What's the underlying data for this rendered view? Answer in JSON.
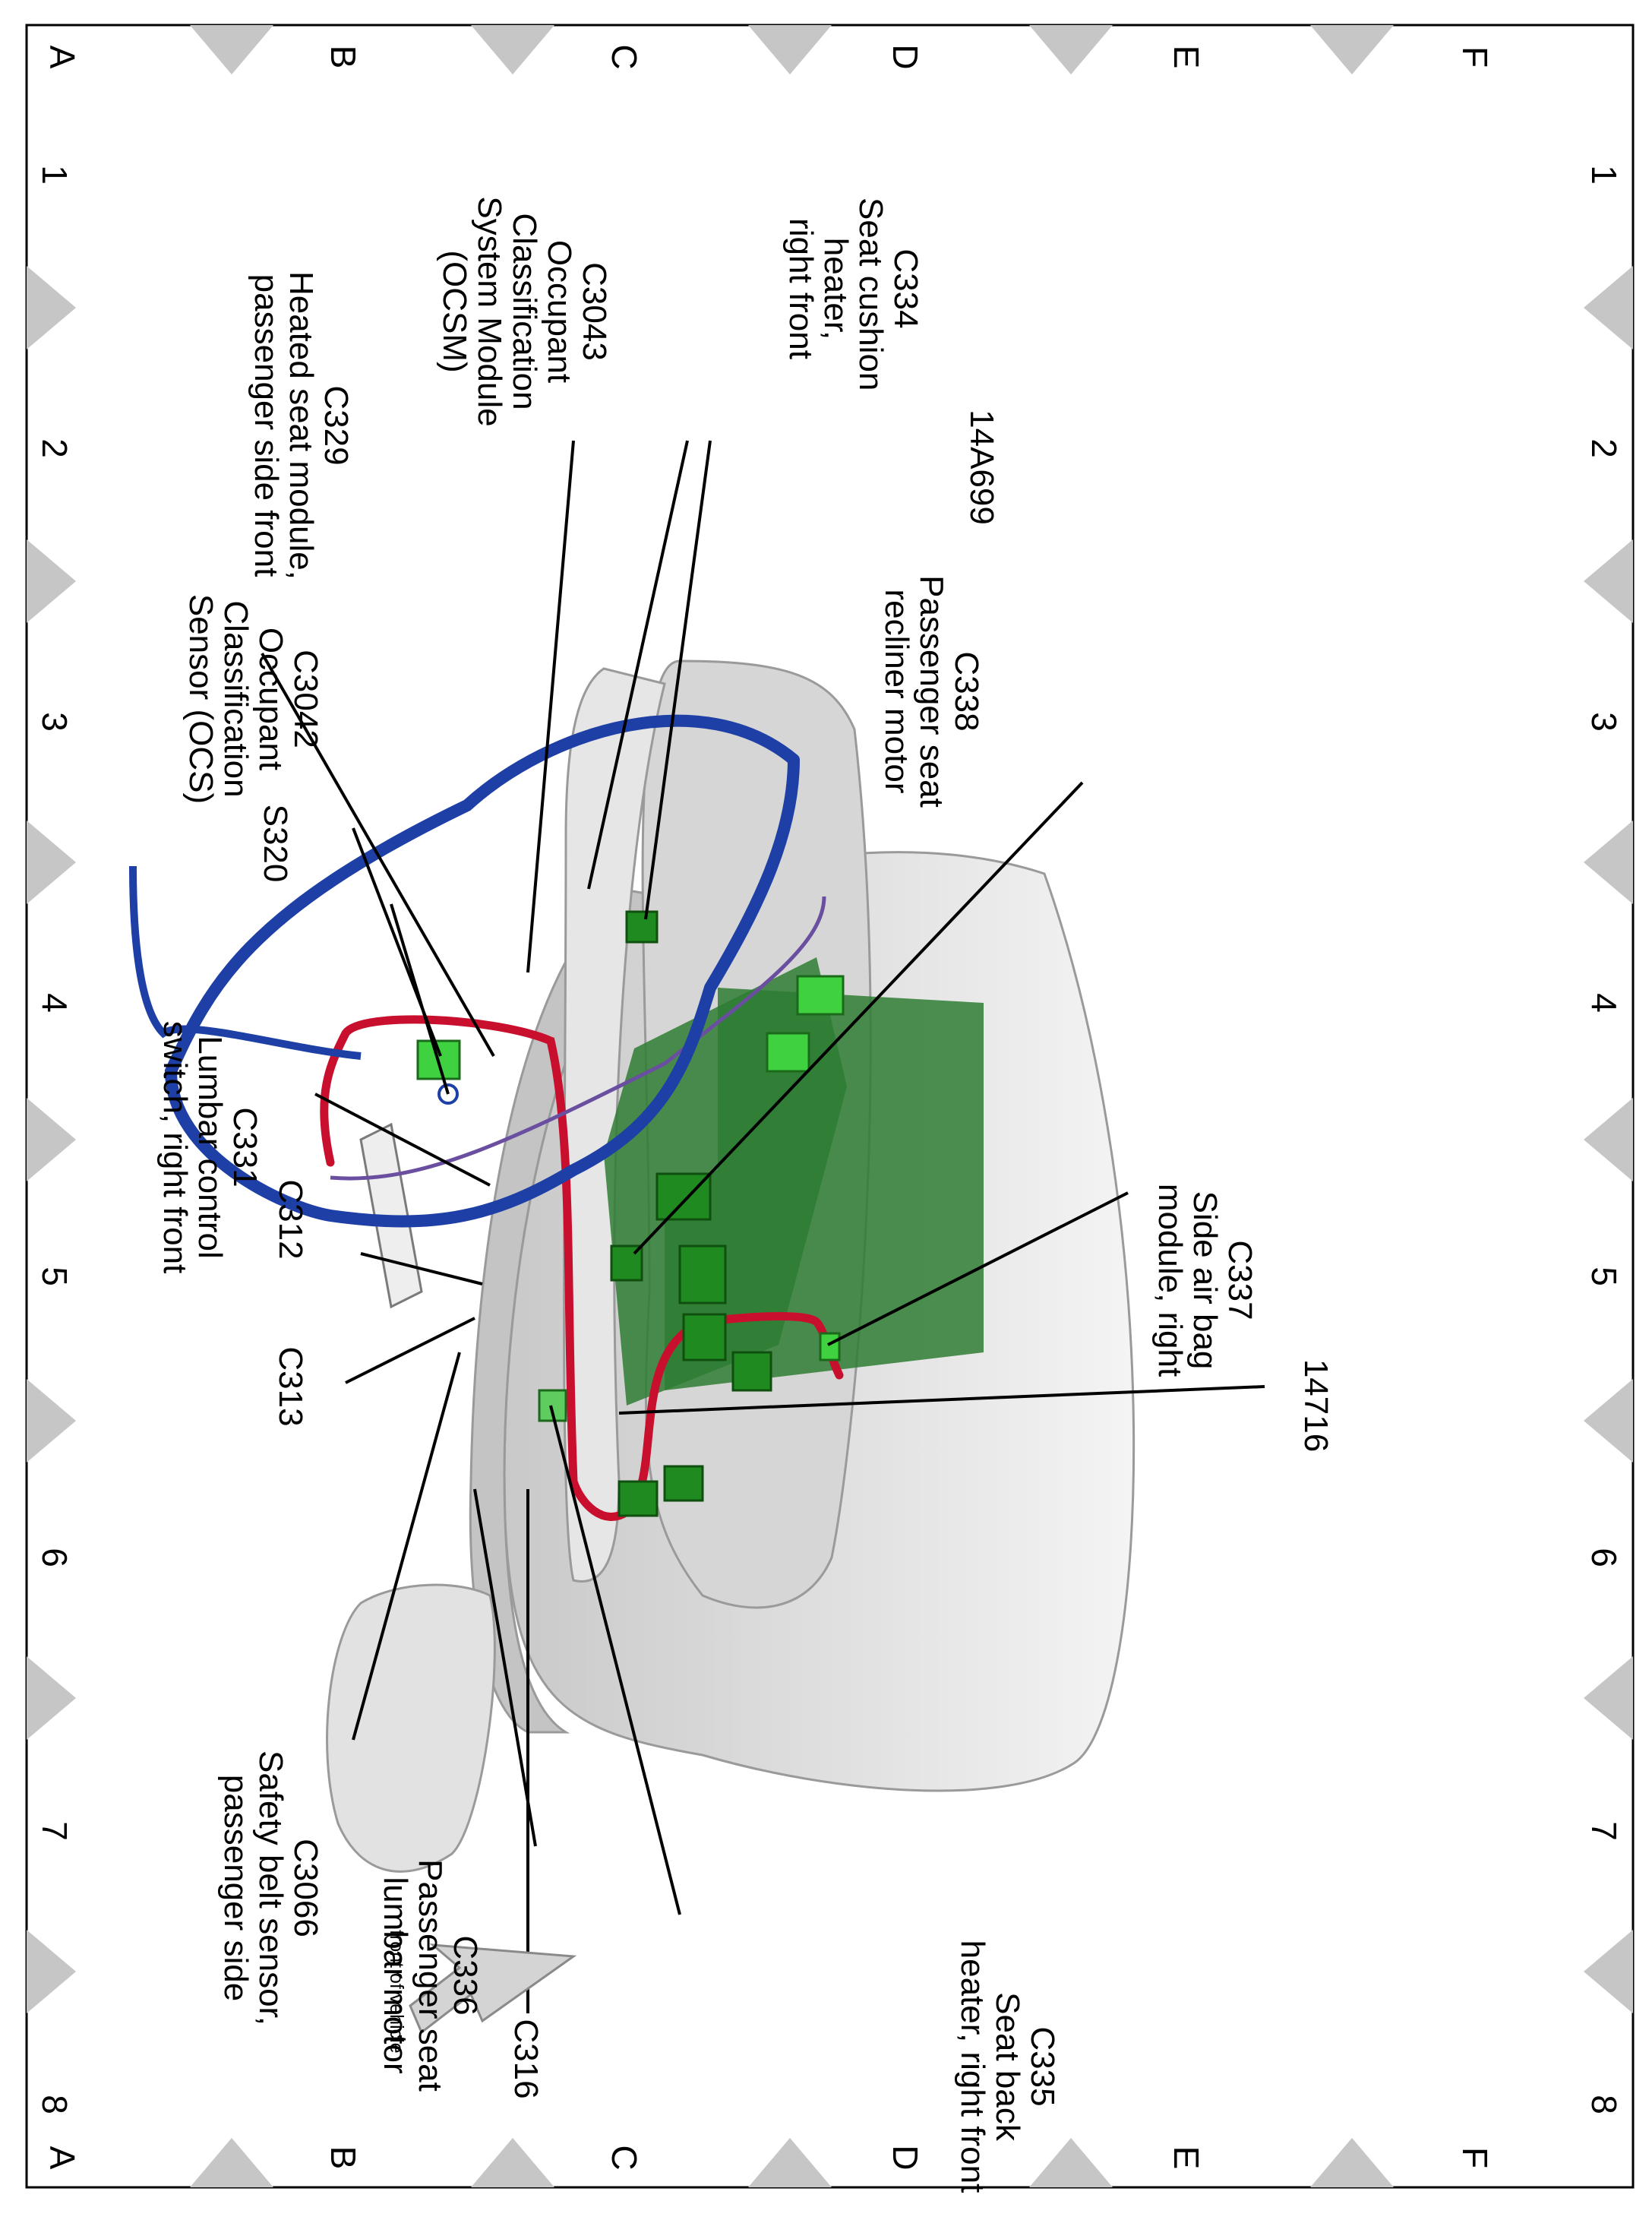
{
  "grid": {
    "columns": [
      "1",
      "2",
      "3",
      "4",
      "5",
      "6",
      "7",
      "8"
    ],
    "rows": [
      "A",
      "B",
      "C",
      "D",
      "E",
      "F"
    ]
  },
  "callouts": {
    "c334": [
      "C334",
      "Seat cushion",
      "heater,",
      "right front"
    ],
    "c3043": [
      "C3043",
      "Occupant",
      "Classification",
      "System Module",
      "(OCSM)"
    ],
    "14a699": [
      "14A699"
    ],
    "c329": [
      "C329",
      "Heated seat module,",
      "passenger side front"
    ],
    "c3042": [
      "C3042",
      "Occupant",
      "Classification",
      "Sensor (OCS)"
    ],
    "s320": [
      "S320"
    ],
    "c331": [
      "C331",
      "Lumbar control",
      "switch, right front"
    ],
    "c312": [
      "C312"
    ],
    "c313": [
      "C313"
    ],
    "c3066": [
      "C3066",
      "Safety belt sensor,",
      "passenger side"
    ],
    "c336": [
      "C336",
      "Passenger seat",
      "lumbar motor"
    ],
    "c316": [
      "C316"
    ],
    "c335": [
      "C335",
      "Seat back",
      "heater, right front"
    ],
    "c338": [
      "C338",
      "Passenger seat",
      "recliner motor"
    ],
    "c337": [
      "C337",
      "Side air bag",
      "module, right"
    ],
    "14716": [
      "14716"
    ]
  },
  "front_of_vehicle": "front of vehicle",
  "colors": {
    "harness_blue": "#1d3fa6",
    "connector_green": "#1f8a1f",
    "connector_light_green": "#3fd13f",
    "heater_mat_green": "#2e7d32",
    "airbag_wire_red": "#c8102e",
    "lumbar_wire_purple": "#6a4fa0",
    "seat_grey": "#dedede",
    "grid_marker_grey": "#c6c6c6"
  }
}
